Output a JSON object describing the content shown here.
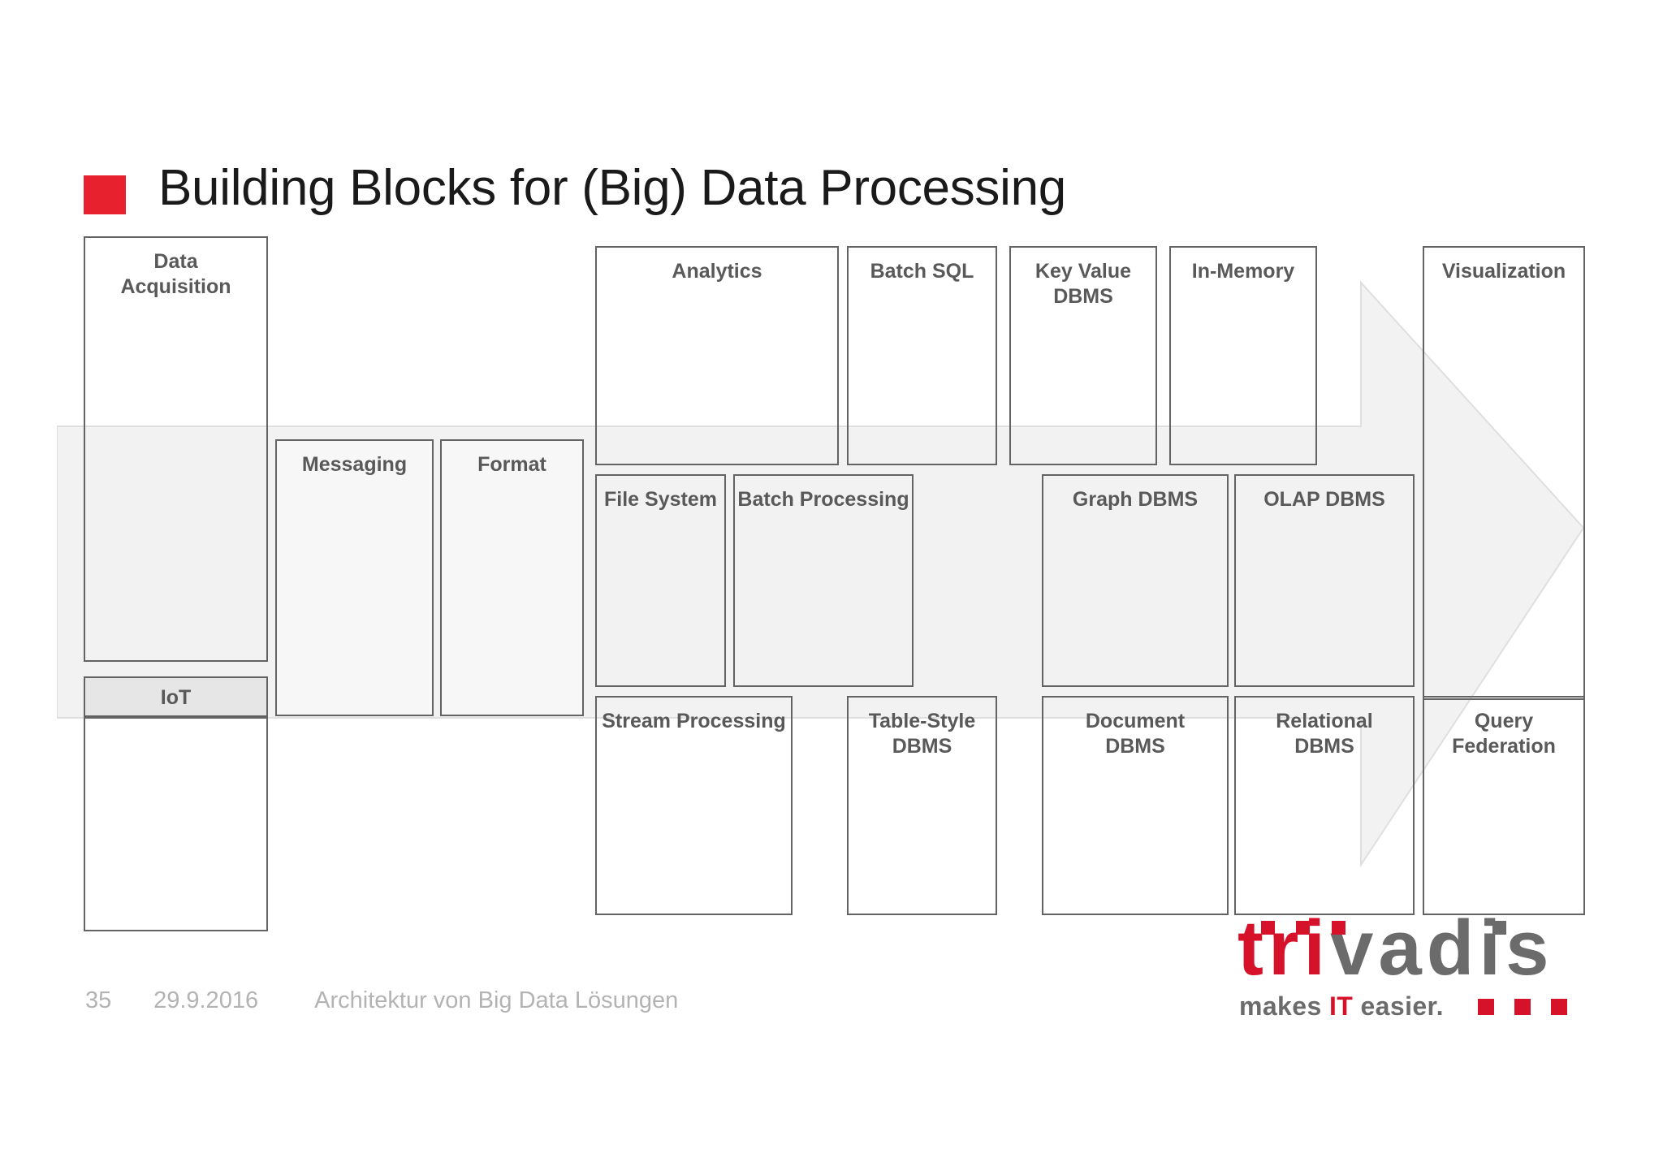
{
  "slide": {
    "title": "Building Blocks for (Big) Data Processing",
    "bullet_color": "#E8212F",
    "block_text_color": "#595959",
    "block_border_color": "#636363",
    "arrow_fill": "#f2f2f2",
    "arrow_stroke": "#dcdcdc",
    "band_fill": "#e6e6e6"
  },
  "footer": {
    "page_number": "35",
    "date": "29.9.2016",
    "deck_title": "Architektur von Big Data Lösungen"
  },
  "logo": {
    "brand_part_red": "tri",
    "brand_part_gray": "vadis",
    "tagline_pre": "makes ",
    "tagline_accent": "IT",
    "tagline_post": " easier.",
    "red": "#D6122B",
    "gray": "#6B6B6B"
  },
  "diagram": {
    "acquisition": {
      "main_label": "Data\nAcquisition",
      "iot_label": "IoT"
    },
    "ingest": [
      {
        "label": "Messaging"
      },
      {
        "label": "Format"
      }
    ],
    "row_top": [
      {
        "label": "Analytics"
      },
      {
        "label": "Batch SQL"
      },
      {
        "label": "Key Value\nDBMS"
      },
      {
        "label": "In-Memory"
      },
      {
        "label": "Visualization"
      }
    ],
    "row_middle": [
      {
        "label": "File System"
      },
      {
        "label": "Batch Processing"
      },
      {
        "label": "Graph DBMS"
      },
      {
        "label": "OLAP DBMS"
      }
    ],
    "row_bottom": [
      {
        "label": "Stream Processing"
      },
      {
        "label": "Table-Style\nDBMS"
      },
      {
        "label": "Document\nDBMS"
      },
      {
        "label": "Relational\nDBMS"
      },
      {
        "label": "Query\nFederation"
      }
    ]
  }
}
